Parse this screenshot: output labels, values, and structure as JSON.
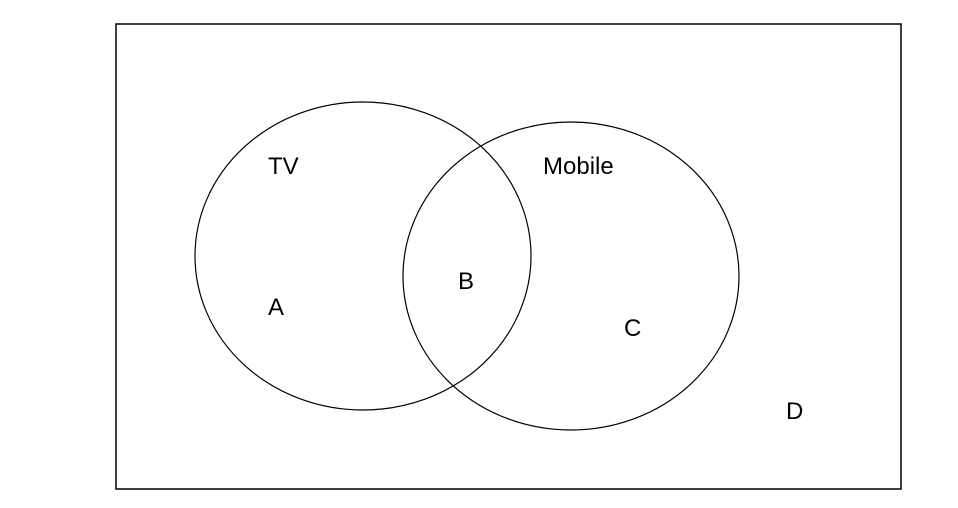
{
  "diagram": {
    "type": "venn",
    "sets": [
      {
        "id": "tv",
        "label": "TV"
      },
      {
        "id": "mobile",
        "label": "Mobile"
      }
    ],
    "regions": [
      {
        "id": "a",
        "label": "A"
      },
      {
        "id": "b",
        "label": "B"
      },
      {
        "id": "c",
        "label": "C"
      },
      {
        "id": "d",
        "label": "D"
      }
    ],
    "colors": {
      "background": "#ffffff",
      "stroke": "#000000",
      "text": "#000000"
    }
  }
}
